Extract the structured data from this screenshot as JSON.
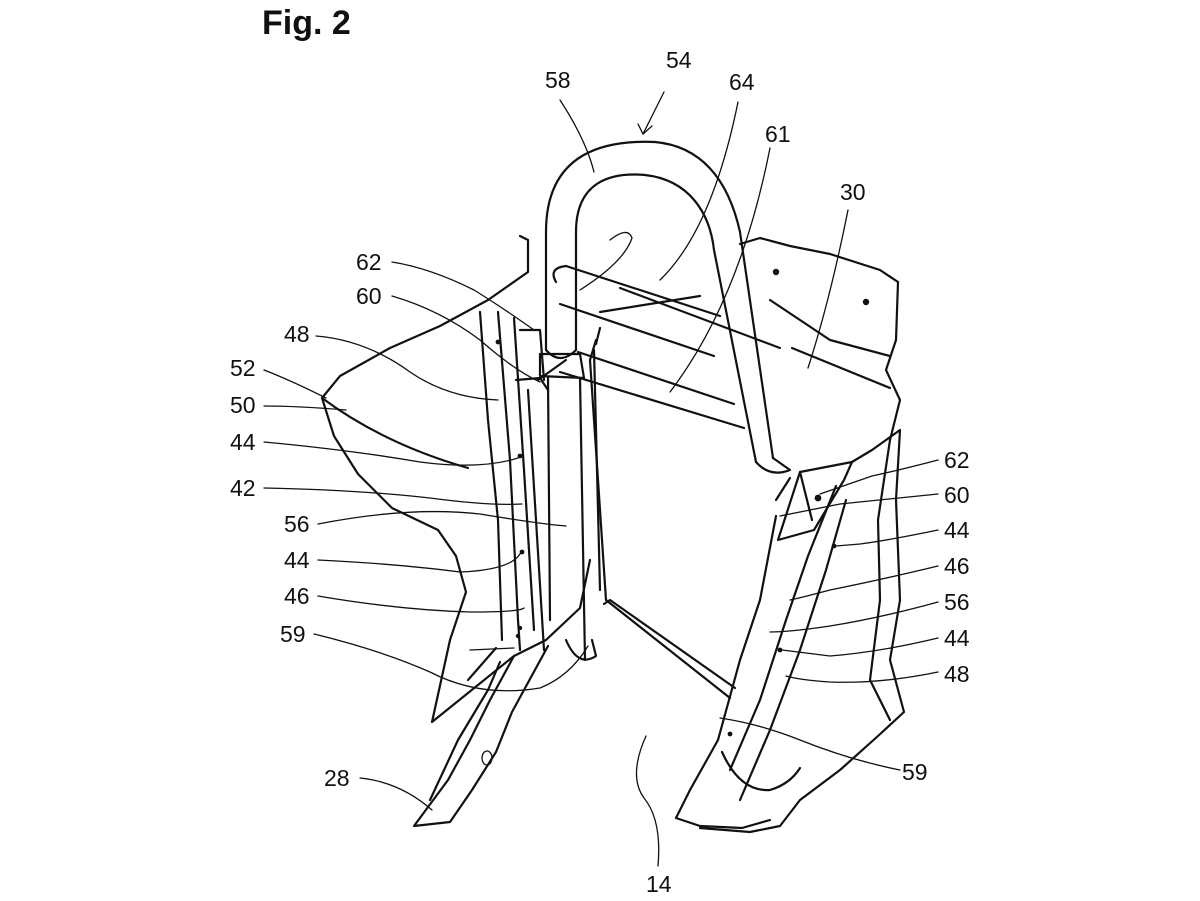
{
  "figure": {
    "title": "Fig. 2"
  },
  "references": [
    {
      "id": "r54",
      "text": "54"
    },
    {
      "id": "r58",
      "text": "58"
    },
    {
      "id": "r64",
      "text": "64"
    },
    {
      "id": "r61",
      "text": "61"
    },
    {
      "id": "r30",
      "text": "30"
    },
    {
      "id": "r62a",
      "text": "62"
    },
    {
      "id": "r60a",
      "text": "60"
    },
    {
      "id": "r48a",
      "text": "48"
    },
    {
      "id": "r52",
      "text": "52"
    },
    {
      "id": "r50",
      "text": "50"
    },
    {
      "id": "r44a",
      "text": "44"
    },
    {
      "id": "r42",
      "text": "42"
    },
    {
      "id": "r56a",
      "text": "56"
    },
    {
      "id": "r44b",
      "text": "44"
    },
    {
      "id": "r46a",
      "text": "46"
    },
    {
      "id": "r59a",
      "text": "59"
    },
    {
      "id": "r28",
      "text": "28"
    },
    {
      "id": "r14",
      "text": "14"
    },
    {
      "id": "r62b",
      "text": "62"
    },
    {
      "id": "r60b",
      "text": "60"
    },
    {
      "id": "r44c",
      "text": "44"
    },
    {
      "id": "r46b",
      "text": "46"
    },
    {
      "id": "r56b",
      "text": "56"
    },
    {
      "id": "r44d",
      "text": "44"
    },
    {
      "id": "r48b",
      "text": "48"
    },
    {
      "id": "r59b",
      "text": "59"
    }
  ]
}
